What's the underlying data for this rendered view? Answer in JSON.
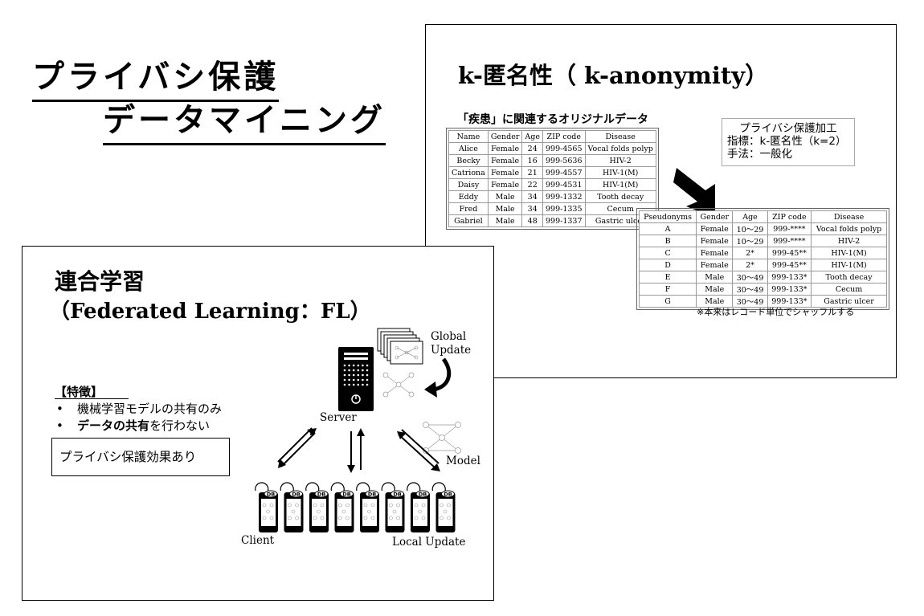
{
  "main_title": {
    "line1": "プライバシ保護",
    "line2": "データマイニング"
  },
  "k_slide": {
    "title": "k-匿名性（ k-anonymity）",
    "table_caption": "「疾患」に関連するオリジナルデータ",
    "original_table": {
      "headers": [
        "Name",
        "Gender",
        "Age",
        "ZIP code",
        "Disease"
      ],
      "rows": [
        [
          "Alice",
          "Female",
          "24",
          "999-4565",
          "Vocal folds polyp"
        ],
        [
          "Becky",
          "Female",
          "16",
          "999-5636",
          "HIV-2"
        ],
        [
          "Catriona",
          "Female",
          "21",
          "999-4557",
          "HIV-1(M)"
        ],
        [
          "Daisy",
          "Female",
          "22",
          "999-4531",
          "HIV-1(M)"
        ],
        [
          "Eddy",
          "Male",
          "34",
          "999-1332",
          "Tooth decay"
        ],
        [
          "Fred",
          "Male",
          "34",
          "999-1335",
          "Cecum"
        ],
        [
          "Gabriel",
          "Male",
          "48",
          "999-1337",
          "Gastric ulcer"
        ]
      ]
    },
    "process_box": {
      "title": "プライバシ保護加工",
      "index": "指標：k-匿名性（k=2）",
      "method": "手法：一般化"
    },
    "anonymized_table": {
      "headers": [
        "Pseudonyms",
        "Gender",
        "Age",
        "ZIP code",
        "Disease"
      ],
      "rows": [
        [
          "A",
          "Female",
          "10～29",
          "999-****",
          "Vocal folds polyp"
        ],
        [
          "B",
          "Female",
          "10～29",
          "999-****",
          "HIV-2"
        ],
        [
          "C",
          "Female",
          "2*",
          "999-45**",
          "HIV-1(M)"
        ],
        [
          "D",
          "Female",
          "2*",
          "999-45**",
          "HIV-1(M)"
        ],
        [
          "E",
          "Male",
          "30～49",
          "999-133*",
          "Tooth decay"
        ],
        [
          "F",
          "Male",
          "30～49",
          "999-133*",
          "Cecum"
        ],
        [
          "G",
          "Male",
          "30～49",
          "999-133*",
          "Gastric ulcer"
        ]
      ]
    },
    "note": "※本来はレコード単位でシャッフルする"
  },
  "fl_slide": {
    "title_line1": "連合学習",
    "title_line2": "（Federated Learning：FL）",
    "features_label": "【特徴】",
    "features": [
      "機械学習モデルの共有のみ"
    ],
    "feature2_bold": "データの共有",
    "feature2_rest": "を行わない",
    "bullet": "•",
    "effect": "プライバシ保護効果あり",
    "labels": {
      "global_update_1": "Global",
      "global_update_2": "Update",
      "server": "Server",
      "model": "Model",
      "client": "Client",
      "local_update": "Local Update",
      "db": "DB"
    },
    "client_count": 8
  }
}
